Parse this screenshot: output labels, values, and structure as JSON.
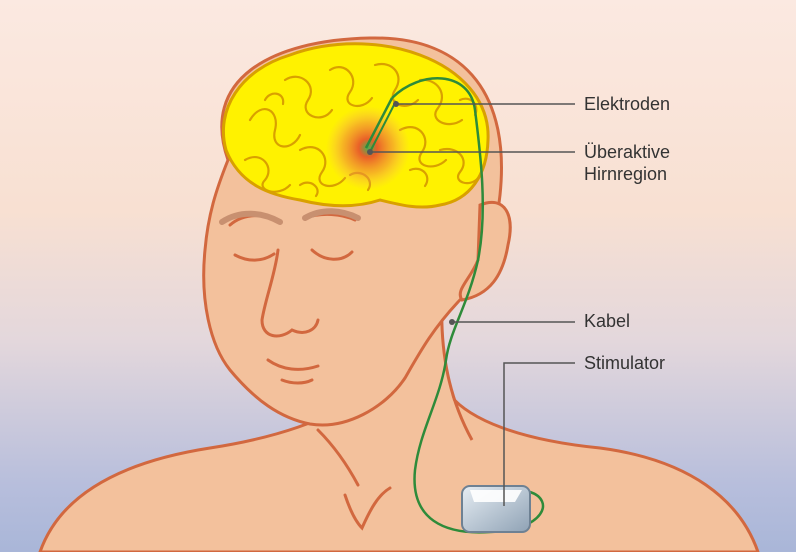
{
  "labels": {
    "electrodes": "Elektroden",
    "overactive_region_line1": "Überaktive",
    "overactive_region_line2": "Hirnregion",
    "cable": "Kabel",
    "stimulator": "Stimulator"
  },
  "colors": {
    "skin": "#f3c19c",
    "outline": "#d2683f",
    "brain_fill": "#fff200",
    "brain_outline": "#d9a000",
    "cable": "#2e8b3a",
    "hot_spot": "#e8582a",
    "focus_center": "#4caf50",
    "stimulator_body": "#b9c7d3",
    "leader_line": "#555555",
    "label_text": "#333333"
  },
  "icons": {
    "brain": "brain-illustration",
    "stimulator": "stimulator-device-icon"
  }
}
